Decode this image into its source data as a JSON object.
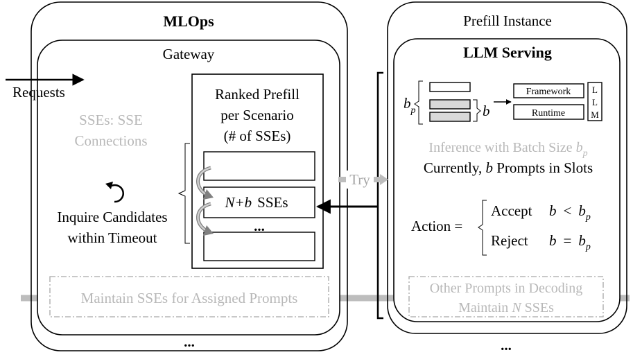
{
  "mlops": {
    "title": "MLOps",
    "gateway": {
      "title": "Gateway",
      "requests_label": "Requests",
      "sses_note_line1": "SSEs: SSE",
      "sses_note_line2": "Connections",
      "inquire_line1": "Inquire Candidates",
      "inquire_line2": "within Timeout",
      "ranked": {
        "line1": "Ranked Prefill",
        "line2": "per Scenario",
        "line3": "(# of SSEs)",
        "slot_prefix": "N+b",
        "slot_suffix": "SSEs",
        "ellipsis": "..."
      },
      "maintain_label": "Maintain SSEs for Assigned Prompts"
    },
    "bottom_ellipsis": "..."
  },
  "try_label": "Try",
  "prefill": {
    "title": "Prefill Instance",
    "llm_serving": {
      "title": "LLM Serving",
      "bp_label": "b",
      "bp_sub": "p",
      "b_label": "b",
      "stack_ellipsis": "...",
      "framework": "Framework",
      "runtime": "Runtime",
      "llm_letters": [
        "L",
        "L",
        "M"
      ],
      "inference_text": "Inference with Batch Size ",
      "currently_pre": "Currently, ",
      "currently_post": " Prompts in Slots",
      "action_label": "Action =",
      "accept_label": "Accept",
      "reject_label": "Reject",
      "lt_symbol": "<",
      "eq_symbol": "="
    },
    "other_line1": "Other Prompts in Decoding",
    "other_line2_pre": "Maintain ",
    "other_line2_n": "N",
    "other_line2_post": " SSEs",
    "bottom_ellipsis": "..."
  },
  "colors": {
    "gray_text": "#b8b8b8",
    "gray_bar": "#bdbdbd",
    "slot_fill": "#d9d9d9",
    "arrow_gray": "#a0a0a0"
  }
}
